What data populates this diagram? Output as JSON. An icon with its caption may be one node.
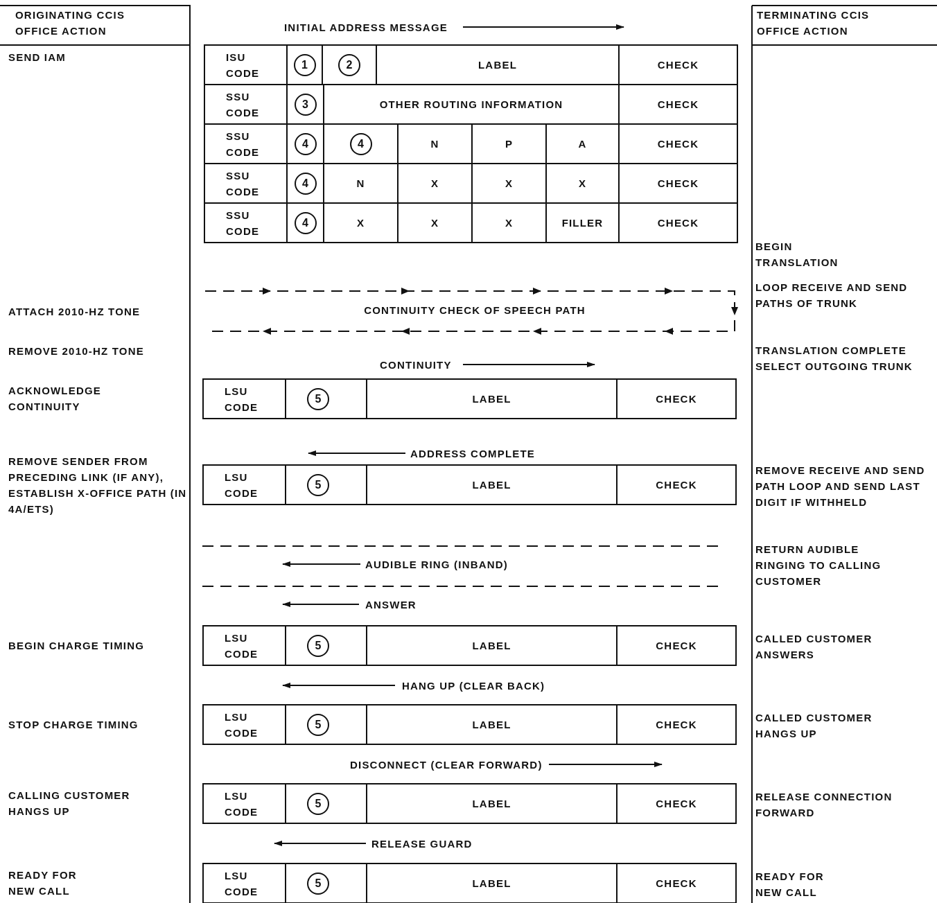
{
  "diagram": {
    "nodes": [
      {
        "text": [
          "ISU CODE"
        ]
      },
      {
        "text": [
          "1"
        ]
      },
      {
        "text": [
          "2"
        ]
      },
      {
        "text": [
          "LABEL"
        ]
      },
      {
        "text": [
          "CHECK"
        ]
      },
      {
        "text": [
          "SSU CODE"
        ]
      },
      {
        "text": [
          "3"
        ]
      },
      {
        "text": [
          "OTHER ROUTING INFORMATION"
        ]
      },
      {
        "text": [
          "CHECK"
        ]
      },
      {
        "text": [
          "SSU CODE"
        ]
      },
      {
        "text": [
          "4"
        ]
      },
      {
        "text": [
          "4"
        ]
      },
      {
        "text": [
          "N"
        ]
      },
      {
        "text": [
          "P"
        ]
      },
      {
        "text": [
          "A"
        ]
      },
      {
        "text": [
          "CHECK"
        ]
      },
      {
        "text": [
          "SSU CODE"
        ]
      },
      {
        "text": [
          "4"
        ]
      },
      {
        "text": [
          "N"
        ]
      },
      {
        "text": [
          "X"
        ]
      },
      {
        "text": [
          "X"
        ]
      },
      {
        "text": [
          "X"
        ]
      },
      {
        "text": [
          "CHECK"
        ]
      },
      {
        "text": [
          "SSU CODE"
        ]
      },
      {
        "text": [
          "4"
        ]
      },
      {
        "text": [
          "X"
        ]
      },
      {
        "text": [
          "X"
        ]
      },
      {
        "text": [
          "X"
        ]
      },
      {
        "text": [
          "FILLER"
        ]
      },
      {
        "text": [
          "CHECK"
        ]
      },
      {
        "text": [
          "LSU CODE"
        ]
      },
      {
        "text": [
          "5"
        ]
      },
      {
        "text": [
          "LABEL"
        ]
      },
      {
        "text": [
          "CHECK"
        ]
      },
      {
        "text": [
          "LSU CODE"
        ]
      },
      {
        "text": [
          "5"
        ]
      },
      {
        "text": [
          "LABEL"
        ]
      },
      {
        "text": [
          "CHECK"
        ]
      },
      {
        "text": [
          "LSU CODE"
        ]
      },
      {
        "text": [
          "5"
        ]
      },
      {
        "text": [
          "LABEL"
        ]
      },
      {
        "text": [
          "CHECK"
        ]
      },
      {
        "text": [
          "LSU CODE"
        ]
      },
      {
        "text": [
          "5"
        ]
      },
      {
        "text": [
          "LABEL"
        ]
      },
      {
        "text": [
          "CHECK"
        ]
      },
      {
        "text": [
          "LSU CODE"
        ]
      },
      {
        "text": [
          "5"
        ]
      },
      {
        "text": [
          "LABEL"
        ]
      },
      {
        "text": [
          "CHECK"
        ]
      },
      {
        "text": [
          "LSU CODE"
        ]
      },
      {
        "text": [
          "5"
        ]
      },
      {
        "text": [
          "LABEL"
        ]
      },
      {
        "text": [
          "CHECK"
        ]
      }
    ],
    "labels": [
      "ORIGINATING CCIS OFFICE ACTION",
      "INITIAL ADDRESS MESSAGE",
      "TERMINATING CCIS OFFICE ACTION",
      "SEND IAM",
      "BEGIN TRANSLATION",
      "LOOP RECEIVE AND SEND PATHS OF TRUNK",
      "ATTACH 2010-HZ TONE",
      "CONTINUITY CHECK OF SPEECH PATH",
      "REMOVE 2010-HZ TONE",
      "TRANSLATION COMPLETE SELECT OUTGOING TRUNK",
      "CONTINUITY",
      "ACKNOWLEDGE CONTINUITY",
      "ADDRESS COMPLETE",
      "REMOVE SENDER FROM PRECEDING LINK (IF ANY), ESTABLISH X-OFFICE PATH (IN 4A/ETS)",
      "REMOVE RECEIVE AND SEND PATH LOOP AND SEND LAST DIGIT IF WITHHELD",
      "RETURN AUDIBLE RINGING TO CALLING CUSTOMER",
      "AUDIBLE RING (INBAND)",
      "ANSWER",
      "BEGIN CHARGE TIMING",
      "CALLED CUSTOMER ANSWERS",
      "HANG UP (CLEAR BACK)",
      "STOP CHARGE TIMING",
      "CALLED CUSTOMER HANGS UP",
      "DISCONNECT (CLEAR FORWARD)",
      "CALLING CUSTOMER HANGS UP",
      "RELEASE CONNECTION FORWARD",
      "RELEASE GUARD",
      "READY FOR NEW CALL",
      "READY FOR NEW CALL"
    ]
  }
}
